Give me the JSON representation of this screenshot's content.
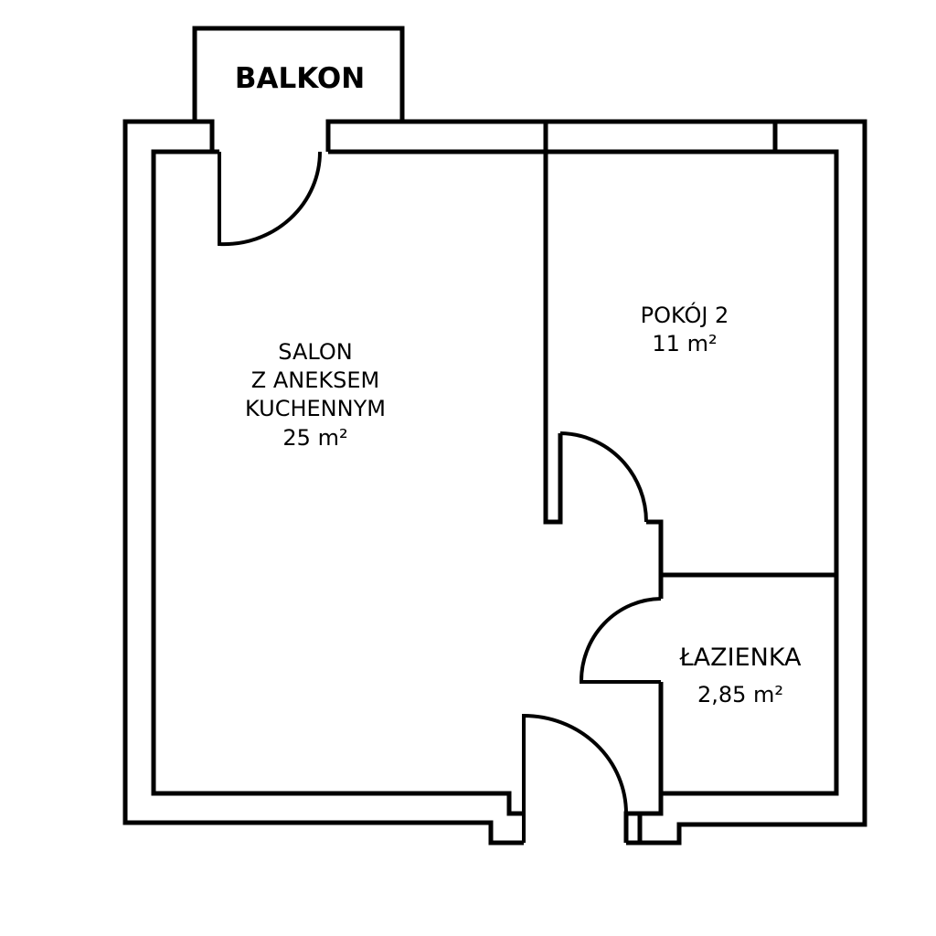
{
  "rooms": {
    "balkon": {
      "name": "BALKON"
    },
    "salon": {
      "line1": "SALON",
      "line2": "Z ANEKSEM",
      "line3": "KUCHENNYM",
      "area": "25 m²"
    },
    "pokoj2": {
      "name": "POKÓJ 2",
      "area": "11 m²"
    },
    "lazienka": {
      "name": "ŁAZIENKA",
      "area": "2,85 m²"
    }
  },
  "colors": {
    "line": "#000000",
    "background": "#ffffff"
  }
}
